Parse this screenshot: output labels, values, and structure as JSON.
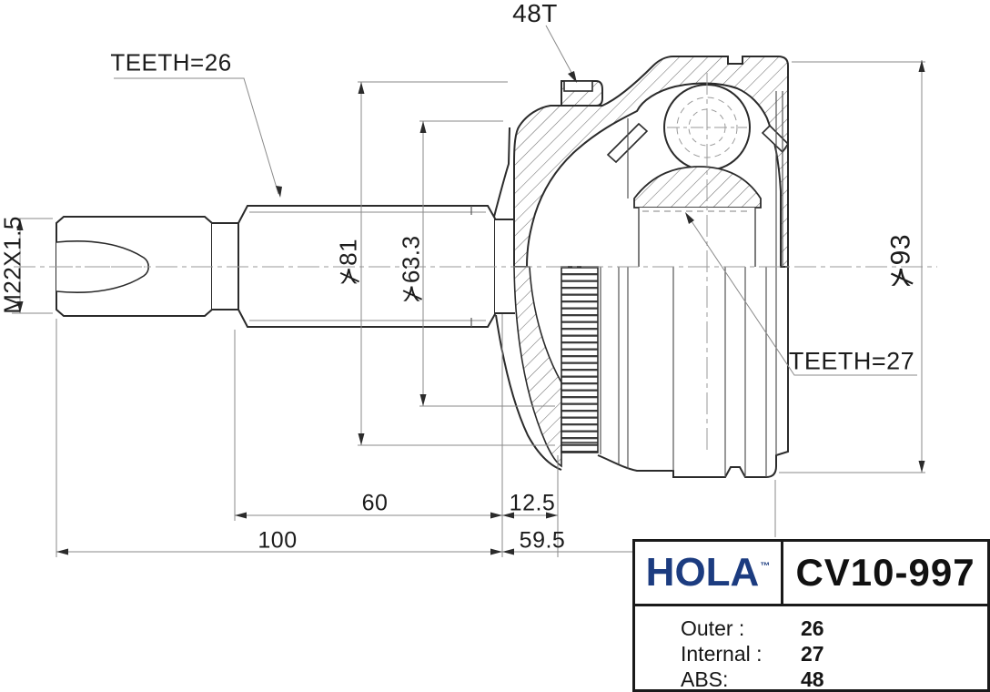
{
  "drawing": {
    "labels": {
      "teeth_outer": "TEETH=26",
      "abs_teeth": "48T",
      "thread": "M22X1.5",
      "dia_81": "⊁81",
      "dia_63": "⊁63.3",
      "dia_93": "⊁93",
      "teeth_inner": "TEETH=27"
    },
    "dimensions": {
      "spline_length": "60",
      "ring_offset": "12.5",
      "shaft_length": "100",
      "joint_length": "59.5"
    }
  },
  "title_block": {
    "brand": "HOLA",
    "brand_tm": "™",
    "brand_color": "#1c3c80",
    "part_number": "CV10-997",
    "specs": [
      {
        "label": "Outer :",
        "value": "26"
      },
      {
        "label": "Internal :",
        "value": "27"
      },
      {
        "label": "ABS:",
        "value": "48"
      }
    ]
  }
}
